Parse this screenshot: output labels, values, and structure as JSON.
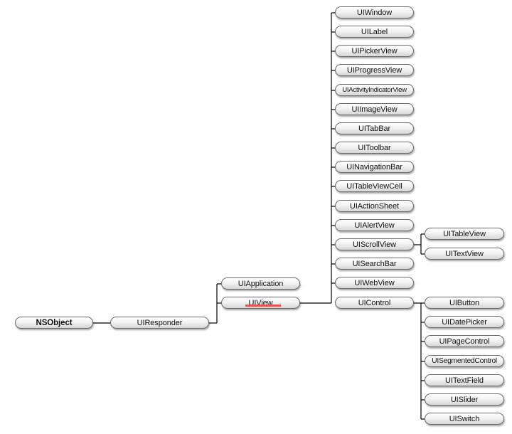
{
  "nodes": {
    "nsobject": "NSObject",
    "uiresponder": "UIResponder",
    "uiapplication": "UIApplication",
    "uiview": "UIView",
    "uiwindow": "UIWindow",
    "uilabel": "UILabel",
    "uipickerview": "UIPickerView",
    "uiprogressview": "UIProgressView",
    "uiactivityindicatorview": "UIActivityIndicatorView",
    "uiimageview": "UIImageView",
    "uitabbar": "UITabBar",
    "uitoolbar": "UIToolbar",
    "uinavigationbar": "UINavigationBar",
    "uitableviewcell": "UITableViewCell",
    "uiactionsheet": "UIActionSheet",
    "uialertview": "UIAlertView",
    "uiscrollview": "UIScrollView",
    "uisearchbar": "UISearchBar",
    "uiwebview": "UIWebView",
    "uicontrol": "UIControl",
    "uitableview": "UITableView",
    "uitextview": "UITextView",
    "uibutton": "UIButton",
    "uidatepicker": "UIDatePicker",
    "uipagecontrol": "UIPageControl",
    "uisegmentedcontrol": "UISegmentedControl",
    "uitextfield": "UITextField",
    "uislider": "UISlider",
    "uiswitch": "UISwitch"
  },
  "colors": {
    "highlight": "#e0584f",
    "line": "#000000",
    "node_border": "#6b6b6b"
  }
}
